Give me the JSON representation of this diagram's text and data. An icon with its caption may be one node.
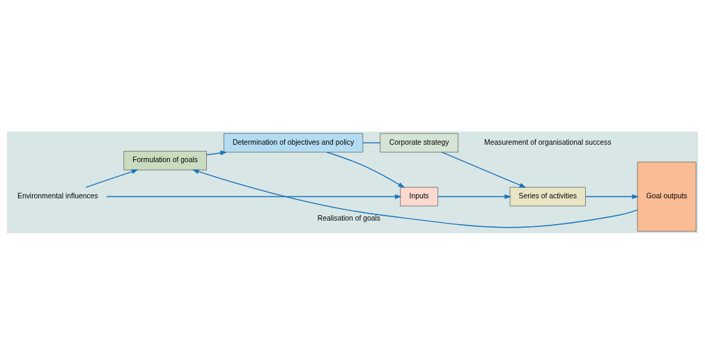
{
  "diagram": {
    "nodes": [
      {
        "text": [
          "Environmental influences"
        ]
      },
      {
        "text": [
          "Formulation of goals"
        ]
      },
      {
        "text": [
          "Determination of objectives and policy"
        ]
      },
      {
        "text": [
          "Inputs"
        ]
      },
      {
        "text": [
          "Series of activities"
        ]
      },
      {
        "text": [
          "Goal outputs"
        ]
      },
      {
        "text": [
          "Corporate strategy"
        ]
      }
    ],
    "edges": [
      {
        "from": 0,
        "to": 1,
        "arrow": "to"
      },
      {
        "from": 0,
        "to": 3,
        "arrow": "to"
      },
      {
        "from": 1,
        "to": 2,
        "arrow": "to"
      },
      {
        "from": 2,
        "to": 3,
        "arrow": "to"
      },
      {
        "from": 3,
        "to": 4,
        "arrow": "to"
      },
      {
        "from": 4,
        "to": 5,
        "arrow": "to"
      },
      {
        "from": 2,
        "to": 6,
        "arrow": "none"
      },
      {
        "from": 6,
        "to": 4,
        "arrow": "to"
      },
      {
        "from": 5,
        "to": 1,
        "arrow": "to",
        "label": "Realisation of goals"
      }
    ],
    "labels": [
      "Measurement of organisational success"
    ]
  }
}
